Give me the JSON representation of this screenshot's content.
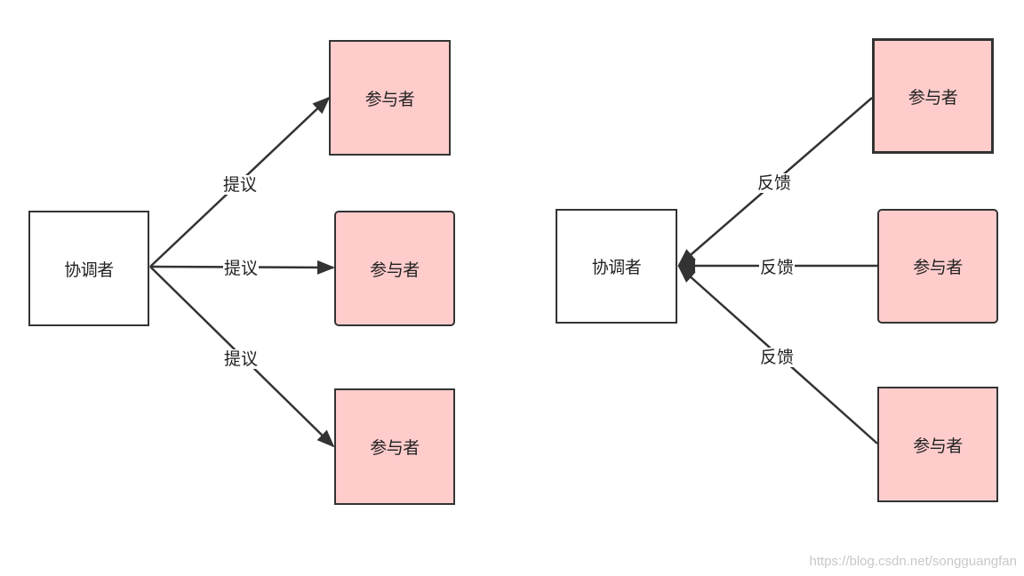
{
  "left_diagram": {
    "coordinator": "协调者",
    "participants": [
      "参与者",
      "参与者",
      "参与者"
    ],
    "edge_labels": [
      "提议",
      "提议",
      "提议"
    ]
  },
  "right_diagram": {
    "coordinator": "协调者",
    "participants": [
      "参与者",
      "参与者",
      "参与者"
    ],
    "edge_labels": [
      "反馈",
      "反馈",
      "反馈"
    ]
  },
  "watermark": "https://blog.csdn.net/songguangfan",
  "colors": {
    "participant_fill": "#ffcccc",
    "coordinator_fill": "#ffffff",
    "stroke": "#333333"
  }
}
